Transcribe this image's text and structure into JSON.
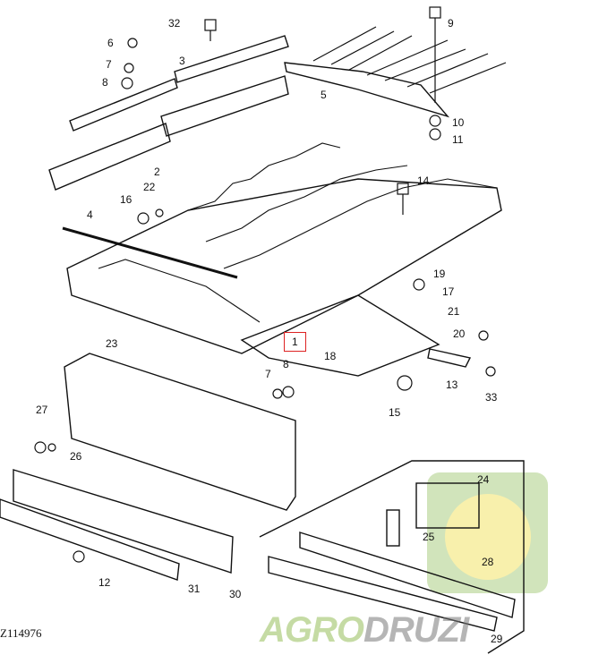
{
  "diagram": {
    "drawing_code": "Z114976",
    "watermark": {
      "part1": "AGRO",
      "part2": "DRUZI"
    },
    "highlight_color": "#dd2222",
    "callouts": {
      "c32": "32",
      "c9": "9",
      "c6": "6",
      "c7a": "7",
      "c8a": "8",
      "c3": "3",
      "c5": "5",
      "c10": "10",
      "c11": "11",
      "c2": "2",
      "c14": "14",
      "c16": "16",
      "c22": "22",
      "c4": "4",
      "c19": "19",
      "c17": "17",
      "c21": "21",
      "c20": "20",
      "c1": "1",
      "c18": "18",
      "c13": "13",
      "c33": "33",
      "c15": "15",
      "c23": "23",
      "c7b": "7",
      "c8b": "8",
      "c27": "27",
      "c26": "26",
      "c24": "24",
      "c25": "25",
      "c28": "28",
      "c12": "12",
      "c31": "31",
      "c30": "30",
      "c29": "29"
    }
  }
}
